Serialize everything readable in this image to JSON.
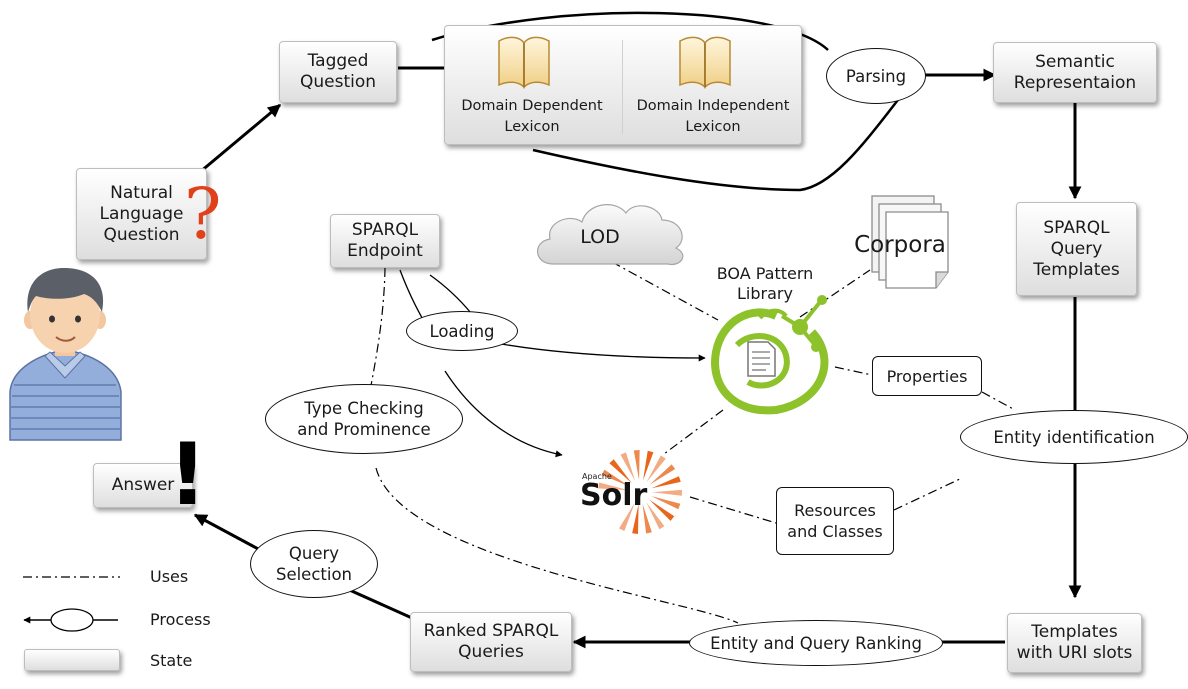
{
  "states": {
    "tagged_question": "Tagged\nQuestion",
    "natural_language_question": "Natural\nLanguage\nQuestion",
    "semantic_representation": "Semantic\nRepresentaion",
    "sparql_query_templates": "SPARQL\nQuery\nTemplates",
    "templates_with_uri_slots": "Templates\nwith URI slots",
    "ranked_sparql_queries": "Ranked SPARQL\nQueries",
    "answer": "Answer",
    "sparql_endpoint": "SPARQL\nEndpoint"
  },
  "lexicons": {
    "domain_dependent": "Domain Dependent\nLexicon",
    "domain_independent": "Domain Independent\nLexicon"
  },
  "processes": {
    "parsing": "Parsing",
    "loading": "Loading",
    "type_checking": "Type Checking\nand Prominence",
    "entity_identification": "Entity identification",
    "entity_query_ranking": "Entity and Query Ranking",
    "query_selection": "Query\nSelection"
  },
  "resources": {
    "lod": "LOD",
    "corpora": "Corpora",
    "boa_library": "BOA Pattern\nLibrary",
    "properties": "Properties",
    "resources_classes": "Resources\nand Classes",
    "solr_apache": "Apache",
    "solr": "Solr"
  },
  "symbols": {
    "question_mark": "?",
    "exclamation_mark": "!"
  },
  "legend": {
    "uses": "Uses",
    "process": "Process",
    "state": "State"
  },
  "colors": {
    "question_mark": "#e0401a",
    "boa_green": "#8dc22b",
    "solr_orange": "#e8661b"
  }
}
